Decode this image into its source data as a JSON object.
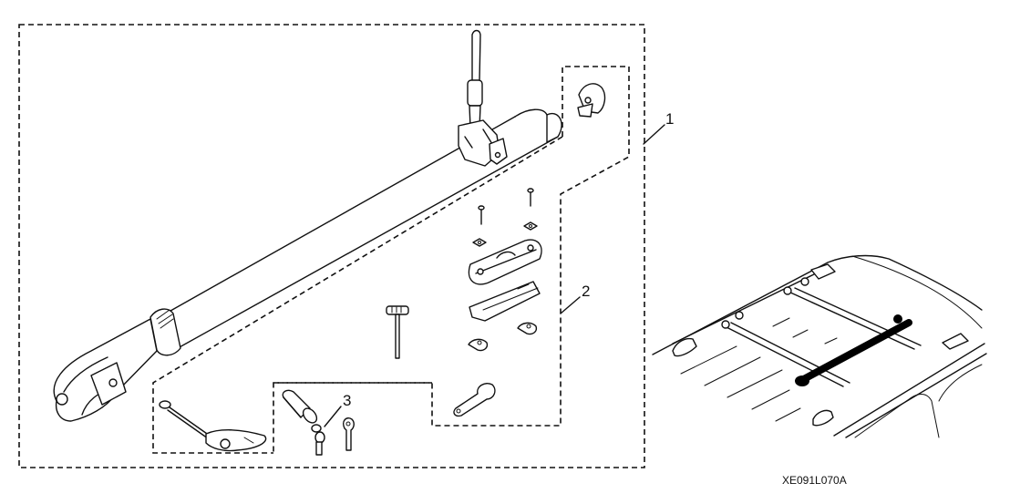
{
  "diagram": {
    "type": "exploded parts illustration",
    "subject": "Roof-mounted bike carrier attachment kit",
    "callouts": [
      {
        "id": "1",
        "label": "1",
        "refers_to": "complete carrier assembly (outer dashed group)"
      },
      {
        "id": "2",
        "label": "2",
        "refers_to": "mounting hardware kit (bolts, washers, clamps, wrench)"
      },
      {
        "id": "3",
        "label": "3",
        "refers_to": "lock cylinder with keys"
      }
    ],
    "reference_code": "XE091L070A",
    "inset": "vehicle roof with crossbars showing installed carrier (highlighted in black)"
  }
}
